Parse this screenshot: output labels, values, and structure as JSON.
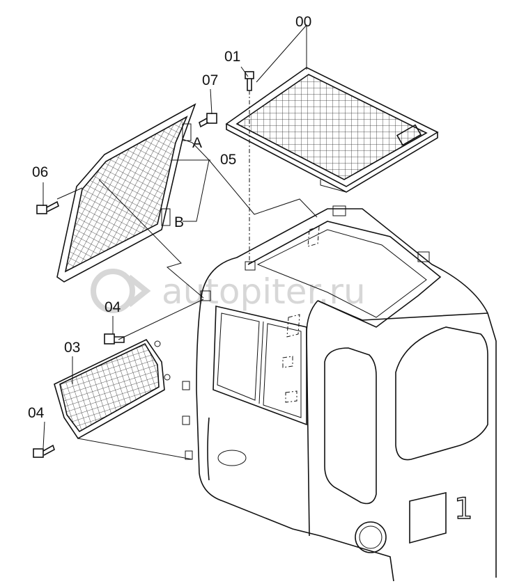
{
  "labels": {
    "p00": "00",
    "p01": "01",
    "p07": "07",
    "p05": "05",
    "pA": "A",
    "pB": "B",
    "p06": "06",
    "p04_upper": "04",
    "p03": "03",
    "p04_lower": "04"
  },
  "watermark": {
    "text": "autopiter.ru",
    "icon": "a-arrow-logo-icon"
  },
  "colors": {
    "line": "#111111",
    "watermark": "#d7d7d7",
    "background": "#ffffff"
  }
}
